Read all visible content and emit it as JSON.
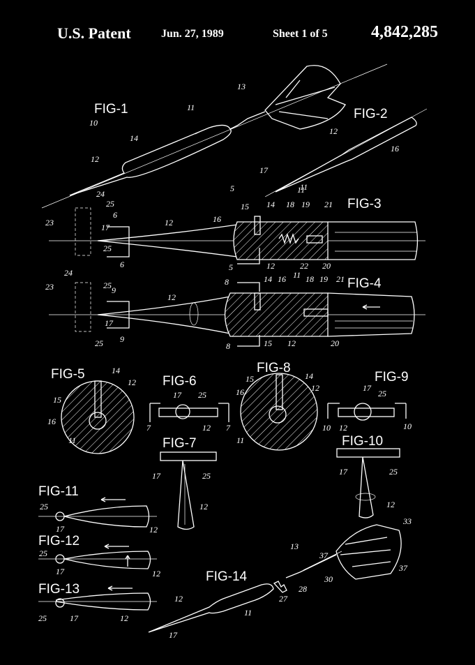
{
  "header": {
    "title": "U.S. Patent",
    "date": "Jun. 27, 1989",
    "sheet": "Sheet 1 of 5",
    "patent_number": "4,842,285"
  },
  "figures": {
    "fig1": "FIG-1",
    "fig2": "FIG-2",
    "fig3": "FIG-3",
    "fig4": "FIG-4",
    "fig5": "FIG-5",
    "fig6": "FIG-6",
    "fig7": "FIG-7",
    "fig8": "FIG-8",
    "fig9": "FIG-9",
    "fig10": "FIG-10",
    "fig11": "FIG-11",
    "fig12": "FIG-12",
    "fig13": "FIG-13",
    "fig14": "FIG-14"
  },
  "refs": {
    "r10": "10",
    "r11": "11",
    "r12": "12",
    "r13": "13",
    "r14": "14",
    "r15": "15",
    "r16": "16",
    "r17": "17",
    "r18": "18",
    "r19": "19",
    "r20": "20",
    "r21": "21",
    "r22": "22",
    "r23": "23",
    "r24": "24",
    "r25": "25",
    "r27": "27",
    "r28": "28",
    "r30": "30",
    "r33": "33",
    "r37": "37",
    "r5": "5",
    "r6": "6",
    "r7": "7",
    "r8": "8",
    "r9": "9"
  },
  "colors": {
    "background": "#000000",
    "ink": "#ffffff"
  }
}
